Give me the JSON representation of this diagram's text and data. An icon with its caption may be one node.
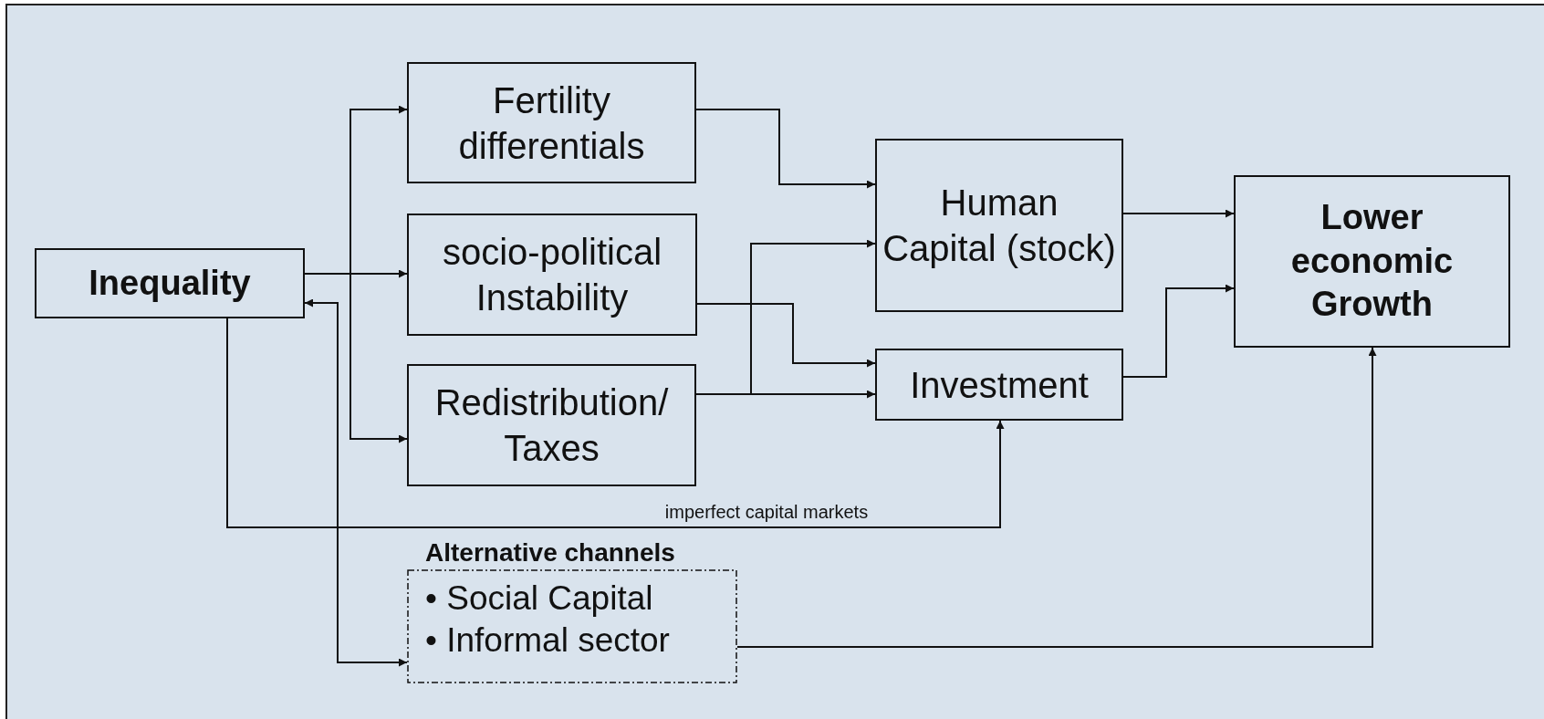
{
  "diagram": {
    "nodes": [
      {
        "text": [
          "Inequality"
        ]
      },
      {
        "text": [
          "Fertility differentials"
        ]
      },
      {
        "text": [
          "socio-political Instability"
        ]
      },
      {
        "text": [
          "Redistribution/ Taxes"
        ]
      },
      {
        "text": [
          "Human Capital (stock)"
        ]
      },
      {
        "text": [
          "Investment"
        ]
      },
      {
        "text": [
          "Lower economic Growth"
        ]
      },
      {
        "text": [
          "Alternative channels",
          "• Social Capital",
          "• Informal sector"
        ]
      }
    ],
    "edges": [
      {
        "from": 0,
        "to": 1,
        "arrow": "to"
      },
      {
        "from": 0,
        "to": 2,
        "arrow": "to"
      },
      {
        "from": 0,
        "to": 3,
        "arrow": "to"
      },
      {
        "from": 0,
        "to": 7,
        "arrow": "both"
      },
      {
        "from": 1,
        "to": 4,
        "arrow": "to"
      },
      {
        "from": 2,
        "to": 5,
        "arrow": "to"
      },
      {
        "from": 3,
        "to": 4,
        "arrow": "to"
      },
      {
        "from": 3,
        "to": 5,
        "arrow": "to"
      },
      {
        "from": 4,
        "to": 6,
        "arrow": "to"
      },
      {
        "from": 5,
        "to": 6,
        "arrow": "to"
      },
      {
        "from": 0,
        "to": 5,
        "arrow": "to",
        "label": "imperfect capital markets"
      },
      {
        "from": 7,
        "to": 6,
        "arrow": "to"
      }
    ]
  }
}
